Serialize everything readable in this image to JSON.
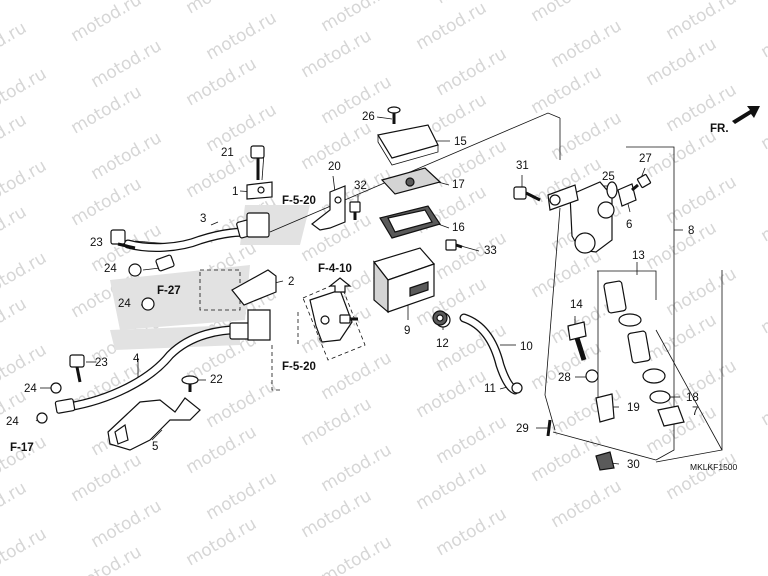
{
  "watermark": "motod.ru",
  "diagram_code": "MKLKF1500",
  "front_arrow_label": "FR.",
  "callouts": [
    "1",
    "2",
    "3",
    "4",
    "5",
    "6",
    "7",
    "8",
    "9",
    "10",
    "11",
    "12",
    "13",
    "14",
    "15",
    "16",
    "17",
    "18",
    "19",
    "20",
    "21",
    "22",
    "23",
    "24",
    "25",
    "26",
    "27",
    "28",
    "29",
    "30",
    "31",
    "32",
    "33"
  ],
  "references": {
    "f520_top": "F-5-20",
    "f27": "F-27",
    "f410": "F-4-10",
    "f520_bottom": "F-5-20",
    "f17": "F-17"
  }
}
